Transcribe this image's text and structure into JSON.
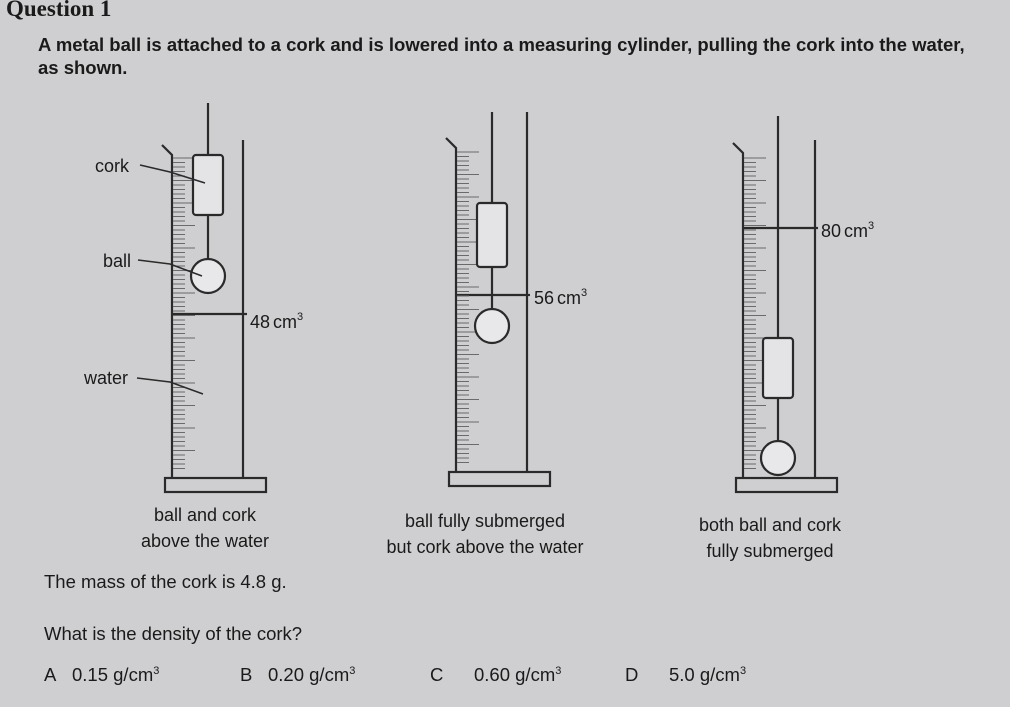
{
  "question": {
    "heading": "Question 1",
    "intro": "A metal ball is attached to a cork and is lowered into a measuring cylinder, pulling the cork into the water, as shown."
  },
  "figure": {
    "labels": {
      "cork": "cork",
      "ball": "ball",
      "water": "water"
    },
    "cylinders": [
      {
        "reading": "48",
        "unit": "cm",
        "exponent": "3",
        "caption_line1": "ball and cork",
        "caption_line2": "above the water"
      },
      {
        "reading": "56",
        "unit": "cm",
        "exponent": "3",
        "caption_line1": "ball fully submerged",
        "caption_line2": "but cork above the water"
      },
      {
        "reading": "80",
        "unit": "cm",
        "exponent": "3",
        "caption_line1": "both ball and cork",
        "caption_line2": "fully submerged"
      }
    ]
  },
  "text": {
    "mass_statement": "The mass of the cork is 4.8 g.",
    "question_line": "What is the density of the cork?"
  },
  "options": [
    {
      "letter": "A",
      "value": "0.15 g/cm",
      "exponent": "3"
    },
    {
      "letter": "B",
      "value": "0.20 g/cm",
      "exponent": "3"
    },
    {
      "letter": "C",
      "value": "0.60 g/cm",
      "exponent": "3"
    },
    {
      "letter": "D",
      "value": "5.0 g/cm",
      "exponent": "3"
    }
  ]
}
